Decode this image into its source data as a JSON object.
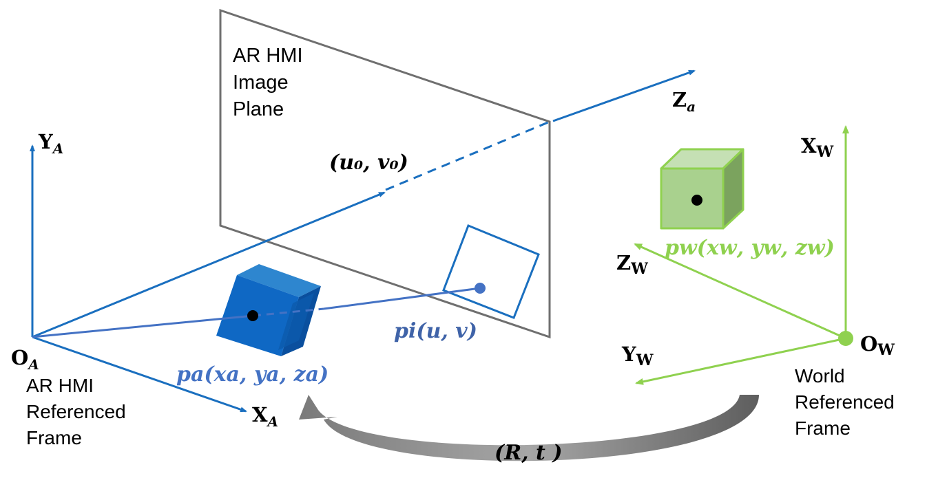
{
  "image_plane": {
    "label_lines": [
      "AR HMI",
      "Image",
      "Plane"
    ],
    "principal_point": "(𝒖₀, 𝒗₀)"
  },
  "ar_frame": {
    "origin": "O",
    "origin_sub": "A",
    "x_axis": "X",
    "x_sub": "A",
    "y_axis": "Y",
    "y_sub": "A",
    "z_axis": "Z",
    "z_sub": "a",
    "label_lines": [
      "AR HMI",
      "Referenced",
      "Frame"
    ]
  },
  "world_frame": {
    "origin": "O",
    "origin_sub": "W",
    "x_axis": "X",
    "x_sub": "W",
    "y_axis": "Y",
    "y_sub": "W",
    "z_axis": "Z",
    "z_sub": "W",
    "label_lines": [
      "World",
      "Referenced",
      "Frame"
    ]
  },
  "points": {
    "p_a": "𝒑𝒂(𝒙𝒂, 𝒚𝒂, 𝒛𝒂)",
    "p_i": "𝒑𝒊(𝒖, 𝒗)",
    "p_w": "𝒑𝒘(𝒙𝒘, 𝒚𝒘, 𝒛𝒘)"
  },
  "transform": "(𝑹, 𝒕 )",
  "colors": {
    "ar_blue": "#1a6fbf",
    "ray_blue": "#4472c4",
    "world_green": "#8fd14f",
    "plane_gray": "#6f6f6f",
    "arrow_gray": "#7f7f7f"
  }
}
